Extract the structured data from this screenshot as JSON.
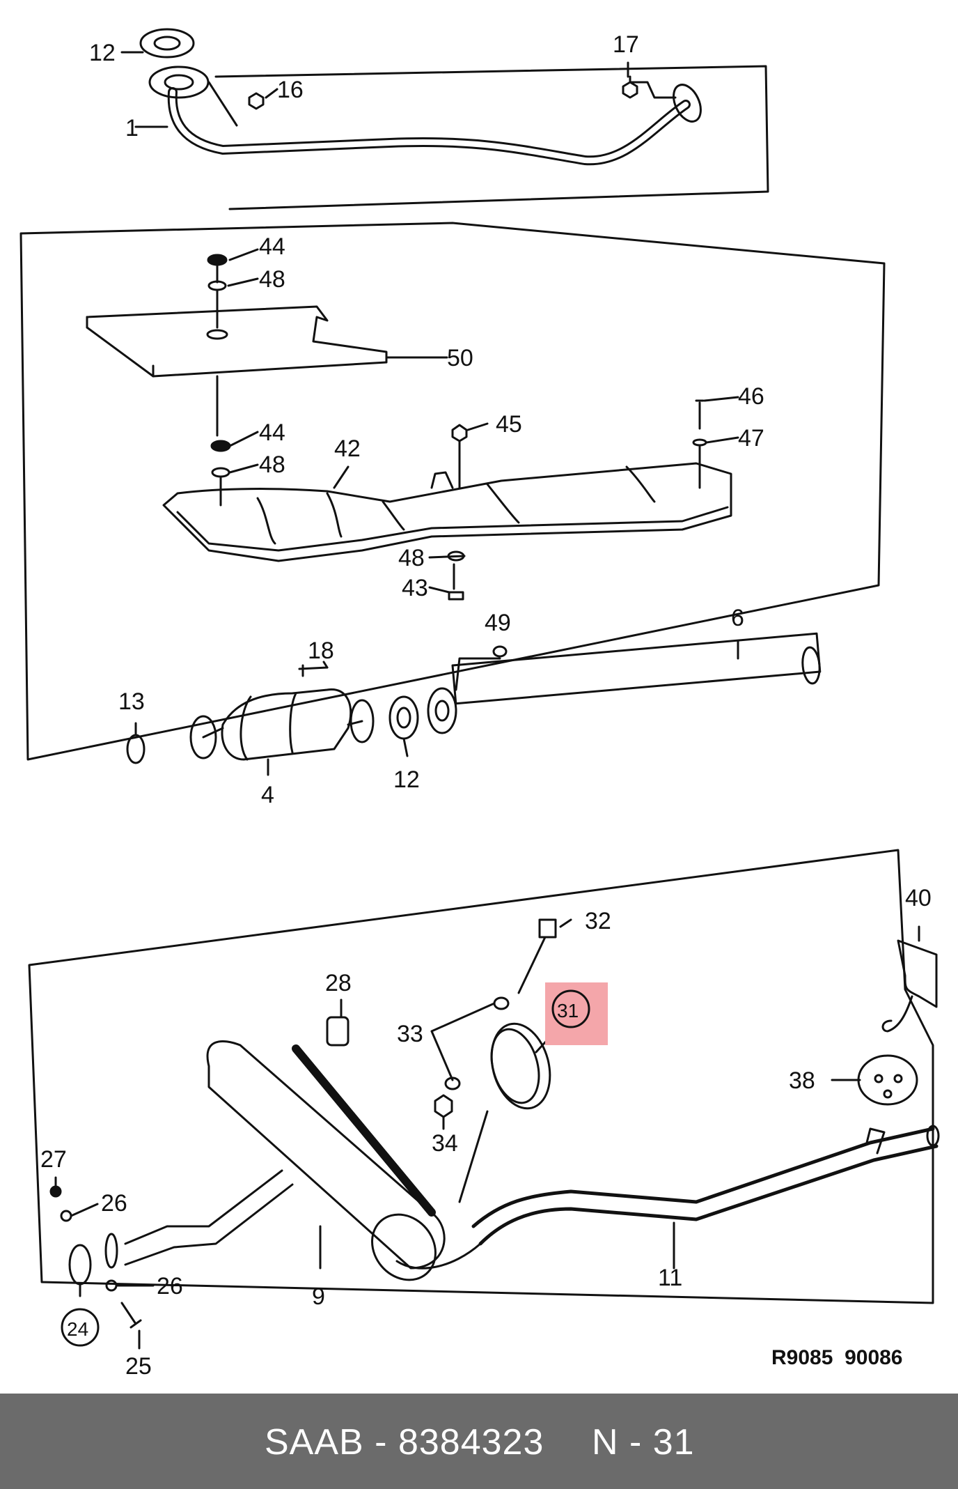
{
  "diagram": {
    "reference_code": "R9085  90086",
    "highlight_color": "#f4a6aa",
    "callouts": [
      {
        "id": "1",
        "label": "1"
      },
      {
        "id": "12a",
        "label": "12"
      },
      {
        "id": "16",
        "label": "16"
      },
      {
        "id": "17",
        "label": "17"
      },
      {
        "id": "44a",
        "label": "44"
      },
      {
        "id": "48a",
        "label": "48"
      },
      {
        "id": "50",
        "label": "50"
      },
      {
        "id": "44b",
        "label": "44"
      },
      {
        "id": "48b",
        "label": "48"
      },
      {
        "id": "42",
        "label": "42"
      },
      {
        "id": "45",
        "label": "45"
      },
      {
        "id": "46",
        "label": "46"
      },
      {
        "id": "47",
        "label": "47"
      },
      {
        "id": "48c",
        "label": "48"
      },
      {
        "id": "43",
        "label": "43"
      },
      {
        "id": "49",
        "label": "49"
      },
      {
        "id": "6",
        "label": "6"
      },
      {
        "id": "18",
        "label": "18"
      },
      {
        "id": "13",
        "label": "13"
      },
      {
        "id": "4",
        "label": "4"
      },
      {
        "id": "12b",
        "label": "12"
      },
      {
        "id": "40",
        "label": "40"
      },
      {
        "id": "32",
        "label": "32"
      },
      {
        "id": "28",
        "label": "28"
      },
      {
        "id": "31",
        "label": "31"
      },
      {
        "id": "33",
        "label": "33"
      },
      {
        "id": "34",
        "label": "34"
      },
      {
        "id": "38",
        "label": "38"
      },
      {
        "id": "27",
        "label": "27"
      },
      {
        "id": "26a",
        "label": "26"
      },
      {
        "id": "26b",
        "label": "26"
      },
      {
        "id": "24",
        "label": "24"
      },
      {
        "id": "25",
        "label": "25"
      },
      {
        "id": "9",
        "label": "9"
      },
      {
        "id": "11",
        "label": "11"
      }
    ]
  },
  "footer": {
    "part_label": "SAAB - 8384323",
    "position_label": "N - 31",
    "background": "#6b6b6b"
  }
}
